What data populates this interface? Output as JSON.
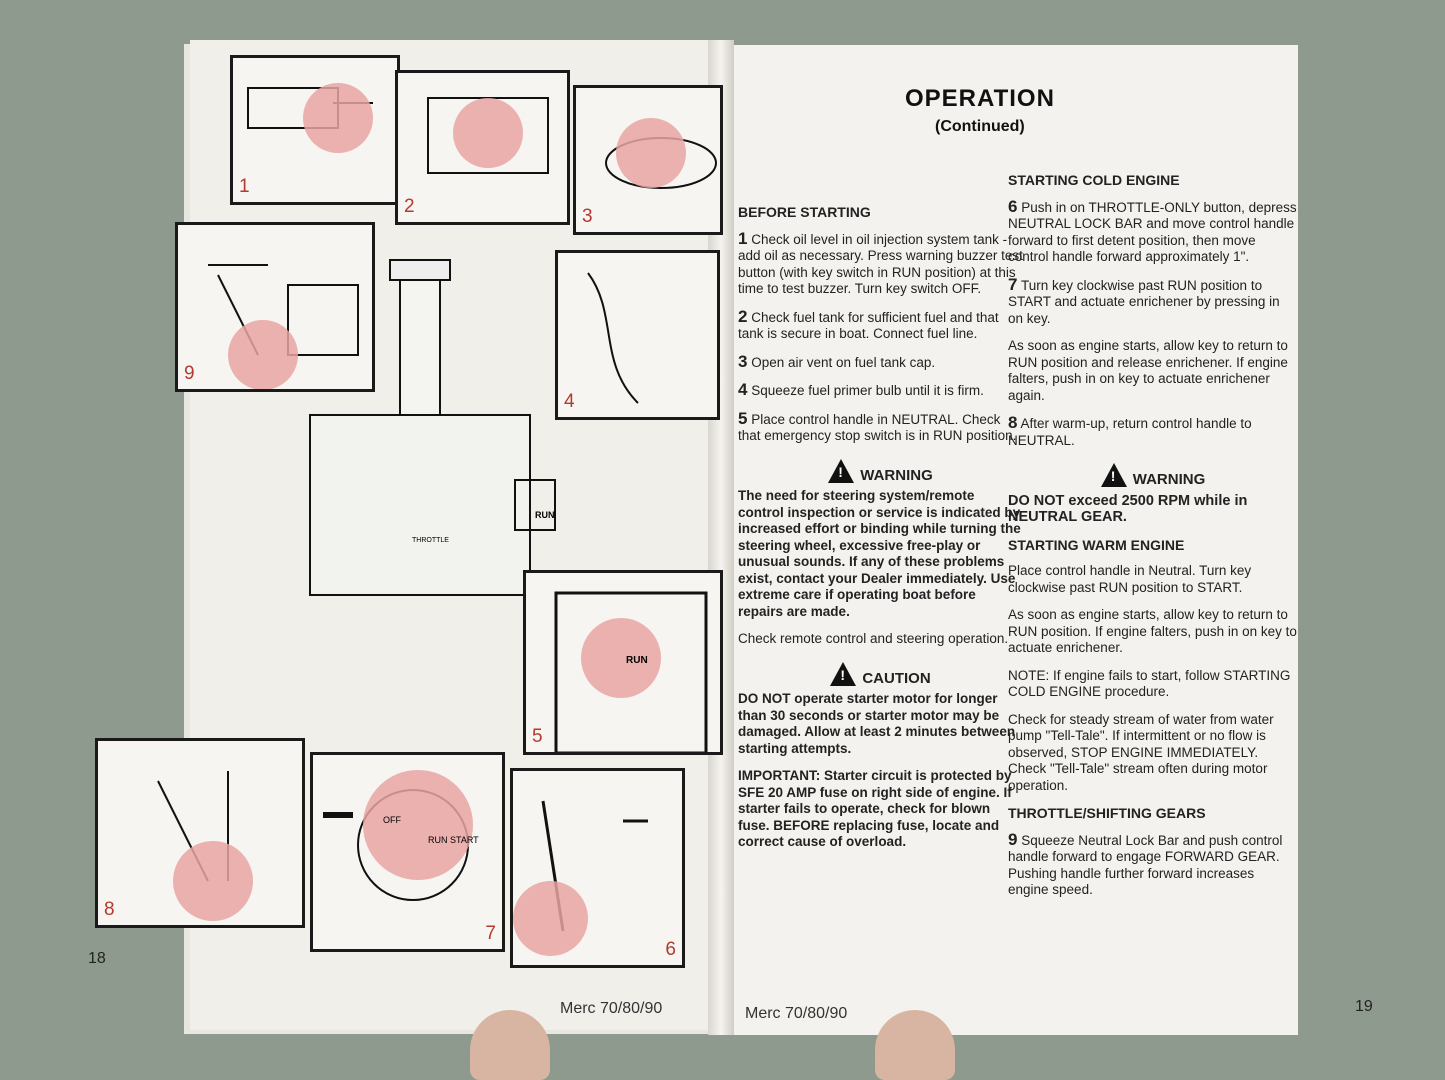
{
  "left_page": {
    "page_number": "18",
    "footer": "Merc 70/80/90",
    "panels": [
      {
        "number": "1"
      },
      {
        "number": "2"
      },
      {
        "number": "3"
      },
      {
        "number": "4"
      },
      {
        "number": "5"
      },
      {
        "number": "6"
      },
      {
        "number": "7"
      },
      {
        "number": "8"
      },
      {
        "number": "9"
      }
    ],
    "labels": {
      "run": "RUN",
      "throttle": "THROTTLE",
      "off": "OFF",
      "run_start": "RUN START"
    }
  },
  "right_page": {
    "title": "OPERATION",
    "subtitle": "(Continued)",
    "page_number": "19",
    "footer": "Merc 70/80/90",
    "before_starting": {
      "heading": "BEFORE STARTING",
      "steps": [
        {
          "n": "1",
          "text": "Check oil level in oil injection system tank - add oil as necessary. Press warning buzzer test button (with key switch in RUN position) at this time to test buzzer. Turn key switch OFF."
        },
        {
          "n": "2",
          "text": "Check fuel tank for sufficient fuel and that tank is secure in boat. Connect fuel line."
        },
        {
          "n": "3",
          "text": "Open air vent on fuel tank cap."
        },
        {
          "n": "4",
          "text": "Squeeze fuel primer bulb until it is firm."
        },
        {
          "n": "5",
          "text": "Place control handle in NEUTRAL. Check that emergency stop switch is in RUN position."
        }
      ],
      "warning_label": "WARNING",
      "warning_text": "The need for steering system/remote control inspection or service is indicated by increased effort or binding while turning the steering wheel, excessive free-play or unusual sounds. If any of these problems exist, contact your Dealer immediately. Use extreme care if operating boat before repairs are made.",
      "check_text": "Check remote control and steering operation.",
      "caution_label": "CAUTION",
      "caution_text": "DO NOT operate starter motor for longer than 30 seconds or starter motor may be damaged. Allow at least 2 minutes between starting attempts.",
      "important_text": "IMPORTANT: Starter circuit is protected by SFE 20 AMP fuse on right side of engine. If starter fails to operate, check for blown fuse. BEFORE replacing fuse, locate and correct cause of overload."
    },
    "starting_cold": {
      "heading": "STARTING COLD ENGINE",
      "steps": [
        {
          "n": "6",
          "text": "Push in on THROTTLE-ONLY button, depress NEUTRAL LOCK BAR and move control handle forward to first detent position, then move control handle forward approximately 1\"."
        },
        {
          "n": "7",
          "text": "Turn key clockwise past RUN position to START and actuate enrichener by pressing in on key."
        }
      ],
      "as_soon": "As soon as engine starts, allow key to return to RUN position and release enrichener. If engine falters, push in on key to actuate enrichener again.",
      "step8": {
        "n": "8",
        "text": "After warm-up, return control handle to NEUTRAL."
      },
      "warning_label": "WARNING",
      "warning_text": "DO NOT exceed 2500 RPM while in NEUTRAL GEAR."
    },
    "starting_warm": {
      "heading": "STARTING WARM ENGINE",
      "p1": "Place control handle in Neutral. Turn key clockwise past RUN position to START.",
      "p2": "As soon as engine starts, allow key to return to RUN position. If engine falters, push in on key to actuate enrichener.",
      "note": "NOTE: If engine fails to start, follow STARTING COLD ENGINE procedure.",
      "p3": "Check for steady stream of water from water pump \"Tell-Tale\". If intermittent or no flow is observed, STOP ENGINE IMMEDIATELY. Check \"Tell-Tale\" stream often during motor operation."
    },
    "throttle": {
      "heading": "THROTTLE/SHIFTING GEARS",
      "step9": {
        "n": "9",
        "text": "Squeeze Neutral Lock Bar and push control handle forward to engage FORWARD GEAR. Pushing handle further forward increases engine speed."
      }
    }
  }
}
